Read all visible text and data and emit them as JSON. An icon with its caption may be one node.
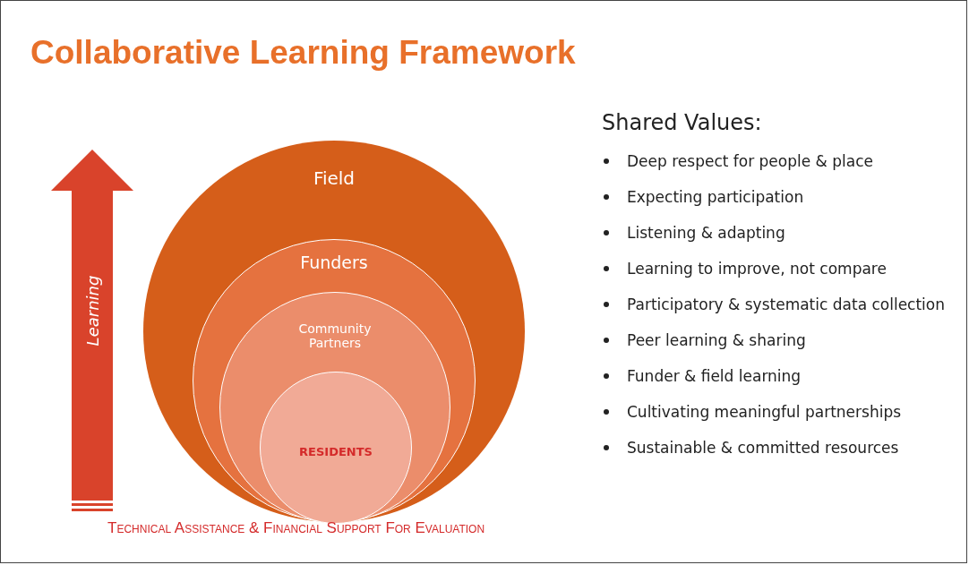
{
  "diagram": {
    "title": "Collaborative Learning Framework",
    "nodes": [
      {
        "text": [
          "Field"
        ]
      },
      {
        "text": [
          "Funders"
        ],
        "in": 0
      },
      {
        "text": [
          "Community Partners"
        ],
        "in": 1
      },
      {
        "text": [
          "RESIDENTS"
        ],
        "in": 2
      },
      {
        "text": [
          "Learning"
        ]
      }
    ],
    "edges": [],
    "labels": [
      "Technical Assistance & Financial Support For Evaluation",
      "Shared Values:",
      "Deep respect for people & place",
      "Expecting participation",
      "Listening & adapting",
      "Learning to improve, not compare",
      "Participatory & systematic data collection",
      "Peer learning & sharing",
      "Funder & field learning",
      "Cultivating meaningful partnerships",
      "Sustainable & committed resources"
    ]
  }
}
